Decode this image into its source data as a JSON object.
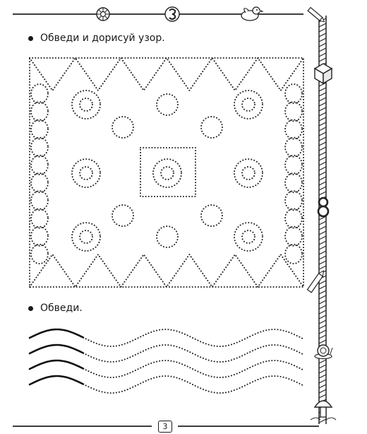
{
  "instructions": {
    "first": "Обведи и дорисуй узор.",
    "second": "Обведи."
  },
  "page_number": "3",
  "icons": [
    "flower-icon",
    "number-three-icon",
    "bird-icon",
    "pencil-icon",
    "cube-icon",
    "number-eight-icon",
    "snail-icon",
    "mushroom-icon"
  ]
}
